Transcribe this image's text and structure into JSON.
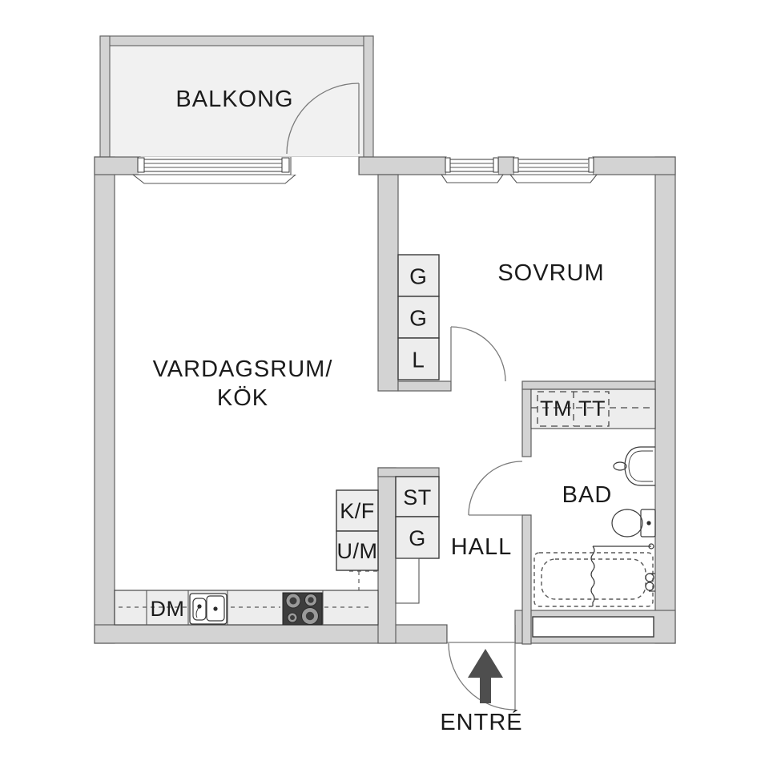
{
  "plan": {
    "labels": {
      "balcony": "BALKONG",
      "living_line1": "VARDAGSRUM/",
      "living_line2": "KÖK",
      "bedroom": "SOVRUM",
      "bathroom": "BAD",
      "hall": "HALL",
      "entrance": "ENTRÉ",
      "closet_g1": "G",
      "closet_g2": "G",
      "closet_linen": "L",
      "hall_closet_st": "ST",
      "hall_closet_g": "G",
      "washing_machine": "TM",
      "tumble_dryer": "TT",
      "fridge_freezer": "K/F",
      "oven_microwave": "U/M",
      "dishwasher": "DM"
    },
    "colors": {
      "background": "#ffffff",
      "floor": "#ffffff",
      "balcony_floor": "#f1f1f1",
      "wall_fill": "#d3d3d3",
      "wall_stroke": "#5f5f5f",
      "fixture_fill": "#ededed",
      "fixture_stroke": "#3a3a3a",
      "stove": "#3d3d3d",
      "arrow": "#4e4e4e",
      "text": "#1b1b1b"
    }
  }
}
